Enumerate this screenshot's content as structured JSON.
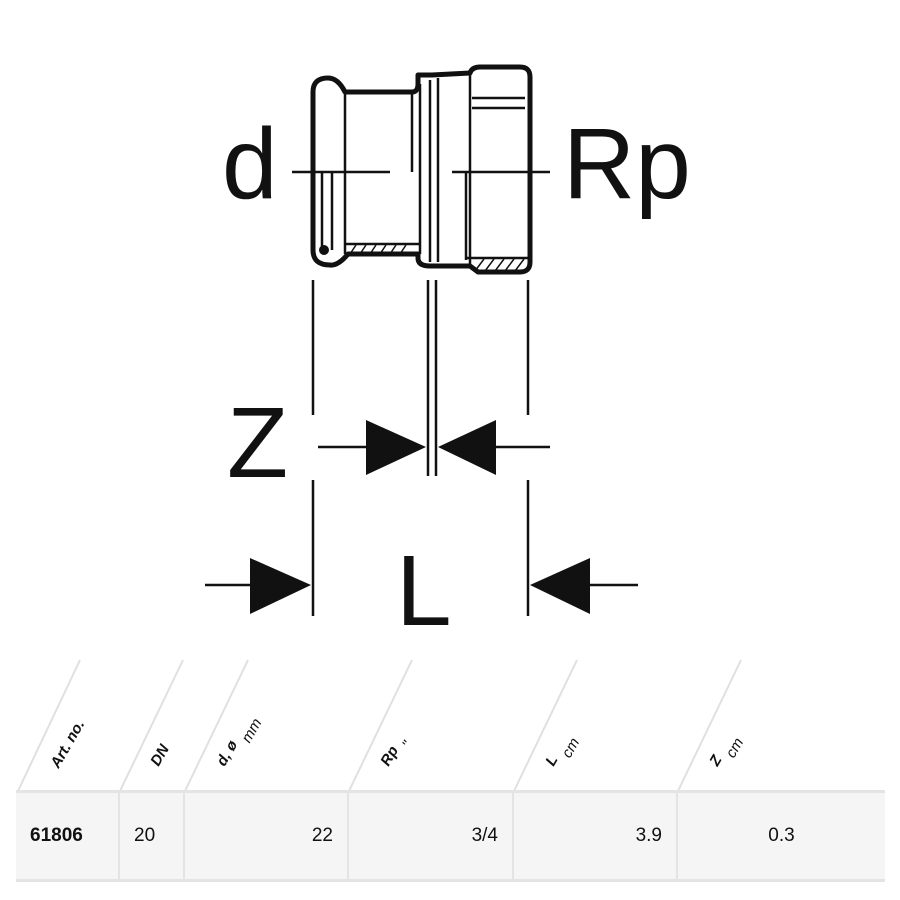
{
  "drawing": {
    "labels": {
      "d": "d",
      "rp": "Rp",
      "z": "Z",
      "l": "L"
    }
  },
  "table": {
    "headers": [
      {
        "label": "Art. no.",
        "unit": ""
      },
      {
        "label": "DN",
        "unit": ""
      },
      {
        "label": "d, ø",
        "unit": "mm"
      },
      {
        "label": "Rp",
        "unit": "\""
      },
      {
        "label": "L",
        "unit": "cm"
      },
      {
        "label": "Z",
        "unit": "cm"
      }
    ],
    "rows": [
      [
        "61806",
        "20",
        "22",
        "3/4",
        "3.9",
        "0.3"
      ]
    ]
  }
}
